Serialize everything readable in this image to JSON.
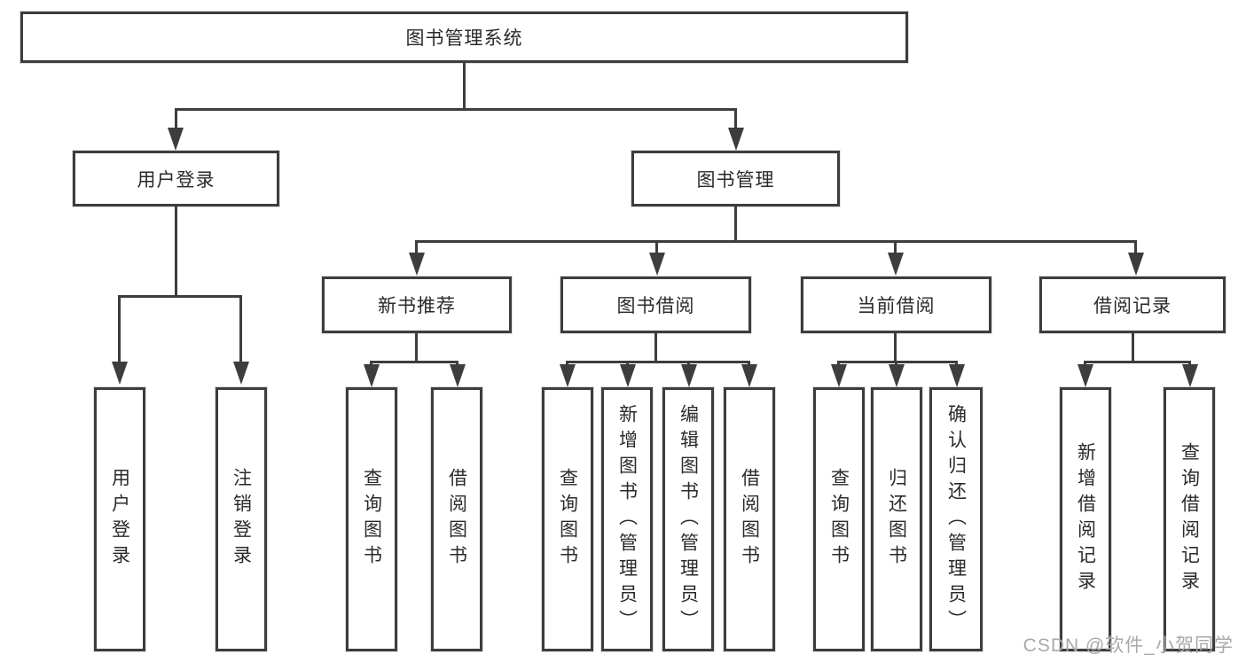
{
  "diagram": {
    "title": "图书管理系统",
    "root": {
      "label": "图书管理系统"
    },
    "level2": [
      {
        "id": "user-login",
        "label": "用户登录"
      },
      {
        "id": "book-management",
        "label": "图书管理"
      }
    ],
    "level3": [
      {
        "id": "new-book-recommend",
        "label": "新书推荐"
      },
      {
        "id": "book-borrow",
        "label": "图书借阅"
      },
      {
        "id": "current-borrow",
        "label": "当前借阅"
      },
      {
        "id": "borrow-records",
        "label": "借阅记录"
      }
    ],
    "leaves": {
      "user_login": [
        "用户登录",
        "注销登录"
      ],
      "new_book_recommend": [
        "查询图书",
        "借阅图书"
      ],
      "book_borrow": [
        "查询图书",
        "新增图书（管理员）",
        "编辑图书（管理员）",
        "借阅图书"
      ],
      "current_borrow": [
        "查询图书",
        "归还图书",
        "确认归还（管理员）"
      ],
      "borrow_records": [
        "新增借阅记录",
        "查询借阅记录"
      ]
    }
  },
  "watermark": "CSDN @软件_小贺同学",
  "colors": {
    "line": "#3d3d3d",
    "text": "#2a2a2a",
    "watermark": "#a9a9a9",
    "background": "#ffffff"
  }
}
